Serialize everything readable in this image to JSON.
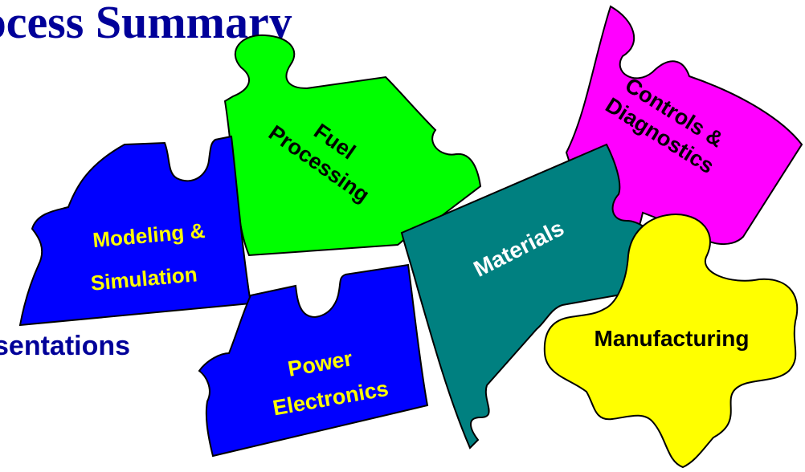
{
  "page": {
    "title": "rocess Summary",
    "subtitle": "sentations"
  },
  "pieces": [
    {
      "id": "modeling",
      "lines": [
        "Modeling &",
        "Simulation"
      ],
      "fill": "#0000ff",
      "text_color": "#ffff00"
    },
    {
      "id": "fuel",
      "lines": [
        "Fuel",
        "Processing"
      ],
      "fill": "#00ff00",
      "text_color": "#000000"
    },
    {
      "id": "controls",
      "lines": [
        "Controls &",
        "Diagnostics"
      ],
      "fill": "#ff00ff",
      "text_color": "#000000"
    },
    {
      "id": "materials",
      "lines": [
        "Materials"
      ],
      "fill": "#008080",
      "text_color": "#ffffff"
    },
    {
      "id": "power",
      "lines": [
        "Power",
        "Electronics"
      ],
      "fill": "#0000ff",
      "text_color": "#ffff00"
    },
    {
      "id": "manufacturing",
      "lines": [
        "Manufacturing"
      ],
      "fill": "#ffff00",
      "text_color": "#000000"
    }
  ]
}
